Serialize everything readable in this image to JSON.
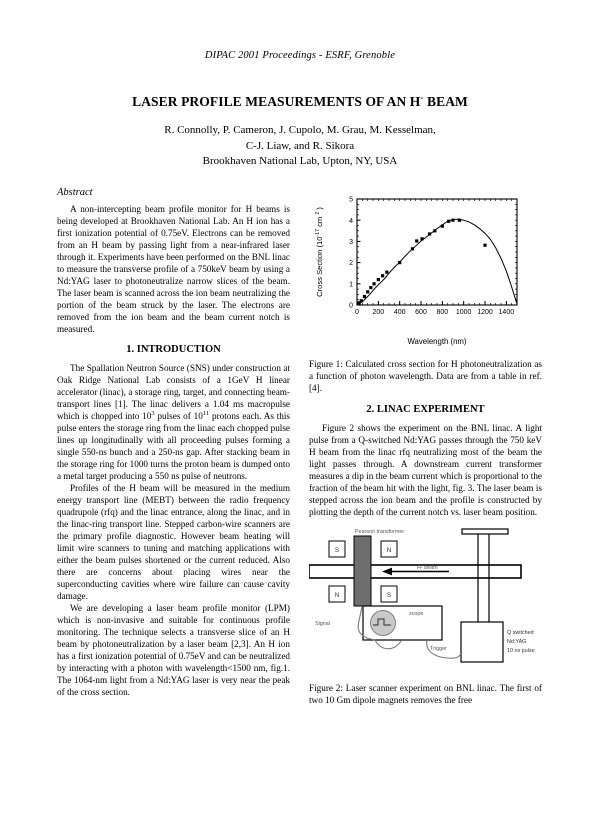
{
  "running_head": "DIPAC 2001 Proceedings - ESRF, Grenoble",
  "title": {
    "main": "LASER PROFILE MEASUREMENTS OF AN H",
    "sup": "-",
    "tail": " BEAM"
  },
  "authors_line1": "R. Connolly, P. Cameron, J. Cupolo, M. Grau, M. Kesselman,",
  "authors_line2": "C-J. Liaw, and R. Sikora",
  "affiliation": "Brookhaven National Lab, Upton, NY, USA",
  "abstract": {
    "heading": "Abstract",
    "text": "A non-intercepting beam profile monitor for H beams is being developed at Brookhaven National Lab. An H ion has a first ionization potential of 0.75eV. Electrons can be removed from an H beam by passing light from a near-infrared laser through it.   Experiments have been performed on the BNL linac to measure the transverse profile of a 750keV beam by using a Nd:YAG laser to photoneutralize narrow slices of the beam.  The laser beam is scanned across the ion beam neutralizing the portion of the beam struck by the laser.  The electrons are removed from the ion beam and the beam current notch is measured."
  },
  "introduction": {
    "heading": "1. INTRODUCTION",
    "para1_a": "The Spallation Neutron Source (SNS) under construction at Oak Ridge National Lab consists of a 1GeV H linear accelerator (linac), a storage ring, target, and connecting beam-transport lines [1].  The linac delivers a 1.04 ms macropulse which is chopped into 10",
    "para1_sup1": "3",
    "para1_b": " pulses of 10",
    "para1_sup2": "11",
    "para1_c": " protons each.  As this pulse enters the storage ring from the linac each chopped pulse lines up longitudinally with all proceeding pulses forming a single 550-ns bunch and a 250-ns gap.  After stacking beam in the storage ring for 1000 turns the proton beam is dumped onto a metal target producing a 550 ns pulse of neutrons.",
    "para2": "Profiles of the H beam will be measured in the medium energy transport line (MEBT) between the radio frequency quadrupole (rfq) and the linac entrance,  along the linac,  and in the linac-ring transport line.  Stepped carbon-wire scanners are the primary profile diagnostic. However beam heating will limit wire scanners to tuning and matching applications with either the beam pulses shortened or the current reduced.  Also there are concerns about placing wires near the superconducting cavities where wire failure can cause cavity damage.",
    "para3": "We are developing a laser beam profile monitor (LPM) which is non-invasive and suitable for continuous profile monitoring.  The technique selects a transverse slice of an H beam by photoneutralization by a laser beam [2,3].  An H ion has a first ionization potential of 0.75eV and can be neutralized by interacting with a photon with wavelength<1500 nm, fig.1.  The 1064-nm light from a Nd:YAG laser is very near the peak of the cross section."
  },
  "figure1": {
    "caption_a": "Figure 1:",
    "caption_b": "Calculated cross section for H photoneutralization as a function of photon wavelength. Data are from a table in ref. [4]."
  },
  "linac": {
    "heading": "2. LINAC EXPERIMENT",
    "para1": "Figure 2 shows the experiment on the BNL linac.  A light pulse from a Q-switched Nd:YAG passes through the 750 keV H beam from the linac rfq neutralizing most of the beam the light passes through.  A downstream current transformer measures a dip in the beam current which is proportional to the fraction of the beam hit with the light, fig. 3.  The laser beam is stepped across the ion beam and the profile is constructed by plotting the depth of the current notch vs. laser beam position."
  },
  "figure2": {
    "labels": {
      "pearson": "Pearson transformer",
      "magnet_top_left": "S",
      "magnet_top_right": "N",
      "magnet_bot_left": "N",
      "magnet_bot_right": "S",
      "beam": "H- beam",
      "signal": "Signal",
      "scope": "scope",
      "trigger": "Trigger",
      "laser_l1": "Q switched",
      "laser_l2": "Nd:YAG",
      "laser_l3": "10 ns pulse"
    },
    "caption": "Figure 2:  Laser scanner experiment on BNL linac.  The first of two 10 Gm dipole magnets removes the free"
  },
  "chart_data": {
    "type": "line",
    "title": "",
    "xlabel": "Wavelength (nm)",
    "ylabel": "Cross Section (10   cm  )",
    "ylabel_sup1": "-17",
    "ylabel_sup2": "2",
    "xlim": [
      0,
      1500
    ],
    "ylim": [
      0,
      5
    ],
    "xticks": [
      0,
      200,
      400,
      600,
      800,
      1000,
      1200,
      1400
    ],
    "yticks": [
      0,
      1,
      2,
      3,
      4,
      5
    ],
    "grid": false,
    "legend": "none",
    "series": [
      {
        "name": "Calculated cross section",
        "style": "line-with-markers",
        "x": [
          20,
          50,
          80,
          110,
          140,
          170,
          200,
          230,
          260,
          300,
          350,
          400,
          450,
          500,
          550,
          600,
          650,
          700,
          750,
          800,
          850,
          900,
          950,
          1000,
          1050,
          1100,
          1150,
          1200,
          1250,
          1300,
          1350,
          1400,
          1450,
          1500
        ],
        "y": [
          0.08,
          0.15,
          0.3,
          0.45,
          0.62,
          0.8,
          0.95,
          1.1,
          1.25,
          1.5,
          1.78,
          2.02,
          2.3,
          2.55,
          2.78,
          3.02,
          3.2,
          3.4,
          3.6,
          3.78,
          3.95,
          4.03,
          4.05,
          4.0,
          3.92,
          3.78,
          3.6,
          3.38,
          3.1,
          2.7,
          2.2,
          1.6,
          0.85,
          0.05
        ]
      },
      {
        "name": "Data points from table ref. [4]",
        "style": "markers",
        "x": [
          20,
          40,
          70,
          100,
          130,
          160,
          200,
          240,
          280,
          400,
          520,
          560,
          610,
          680,
          730,
          800,
          860,
          900,
          960,
          1200
        ],
        "y": [
          0.1,
          0.2,
          0.4,
          0.62,
          0.82,
          1.0,
          1.2,
          1.38,
          1.55,
          2.0,
          2.65,
          3.02,
          3.12,
          3.35,
          3.5,
          3.72,
          3.95,
          4.0,
          4.0,
          2.82
        ]
      }
    ]
  }
}
